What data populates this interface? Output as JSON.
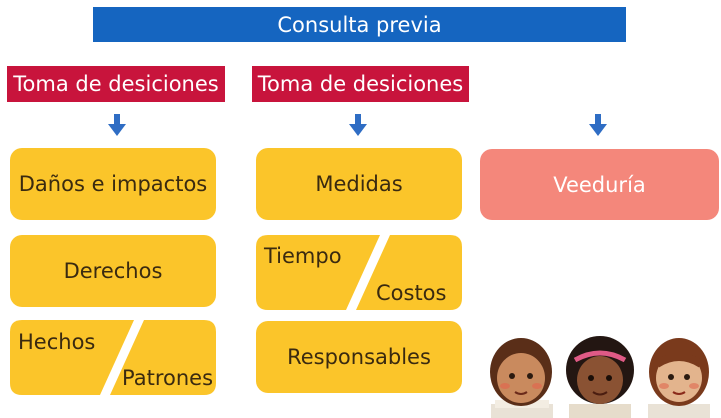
{
  "header": {
    "title": "Consulta previa"
  },
  "tags": [
    "Toma de desiciones",
    "Toma de desiciones"
  ],
  "column1": {
    "box1": "Daños e impactos",
    "box2": "Derechos",
    "split": {
      "left": "Hechos",
      "right": "Patrones"
    }
  },
  "column2": {
    "box1": "Medidas",
    "split": {
      "left": "Tiempo",
      "right": "Costos"
    },
    "box3": "Responsables"
  },
  "column3": {
    "box1": "Veeduría"
  },
  "colors": {
    "title_bg": "#1565c0",
    "tag_bg": "#c8143c",
    "box_yellow": "#fbc52a",
    "box_pink": "#f4877b",
    "arrow": "#2f6dc4"
  },
  "illustration": {
    "icon": "children-illustration-icon"
  }
}
